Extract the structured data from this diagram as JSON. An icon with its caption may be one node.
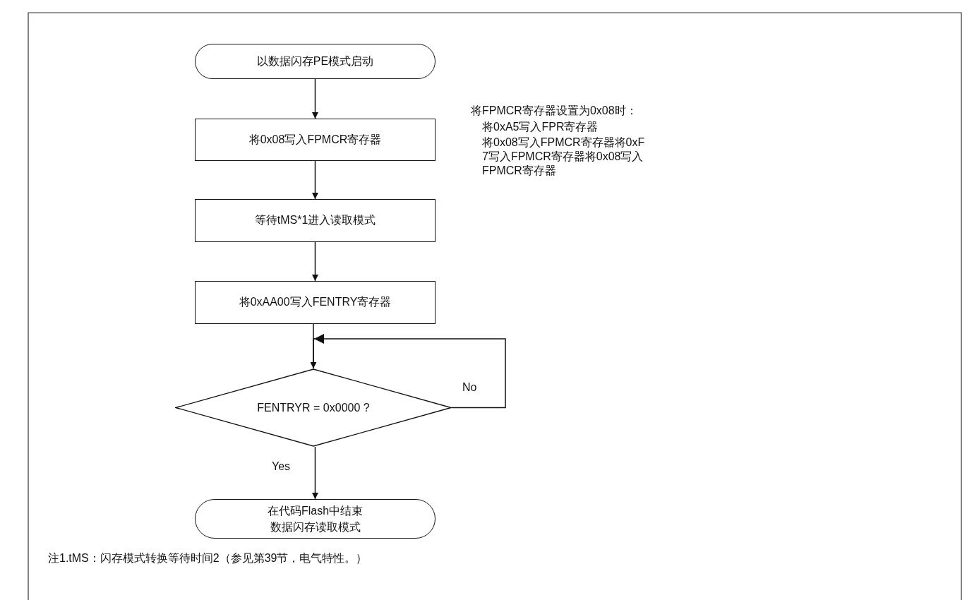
{
  "diagram": {
    "nodes": [
      {
        "text": [
          "以数据闪存PE模式启动"
        ]
      },
      {
        "text": [
          "将0x08写入FPMCR寄存器"
        ]
      },
      {
        "text": [
          "等待tMS*1进入读取模式"
        ]
      },
      {
        "text": [
          "将0xAA00写入FENTRY寄存器"
        ]
      },
      {
        "text": [
          "FENTRYR = 0x0000 ?"
        ]
      },
      {
        "text": [
          "在代码Flash中结束数据闪存读取模式"
        ]
      }
    ],
    "edges": [
      {
        "from": 0,
        "to": 1,
        "arrow": "to"
      },
      {
        "from": 1,
        "to": 2,
        "arrow": "to"
      },
      {
        "from": 2,
        "to": 3,
        "arrow": "to"
      },
      {
        "from": 3,
        "to": 4,
        "arrow": "to"
      },
      {
        "from": 4,
        "to": 4,
        "arrow": "to",
        "label": "No"
      },
      {
        "from": 4,
        "to": 5,
        "arrow": "to",
        "label": "Yes"
      }
    ],
    "labels": [
      "将FPMCR寄存器设置为0x08时：",
      "将0xA5写入FPR寄存器",
      "将0x08写入FPMCR寄存器将0xF7写入FPMCR寄存器将0x08写入FPMCR寄存器",
      "注1.tMS：闪存模式转换等待时间2（参见第39节，电气特性。）"
    ]
  }
}
